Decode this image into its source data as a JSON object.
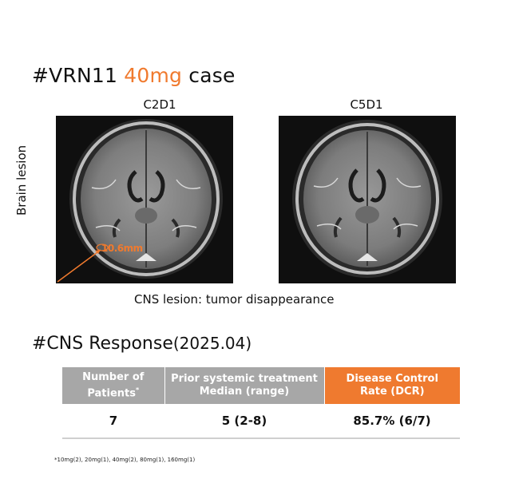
{
  "case": {
    "title_prefix": "#VRN11",
    "title_dose": "40mg",
    "title_suffix": "case",
    "accent_color": "#f07a2e"
  },
  "images": {
    "left_label": "C2D1",
    "right_label": "C5D1",
    "row_label": "Brain lesion",
    "measurement": "10.6mm"
  },
  "caption": "CNS lesion: tumor disappearance",
  "response": {
    "title": "#CNS Response",
    "date": "(2025.04)",
    "table": {
      "headers": [
        [
          "Number of",
          "Patients",
          "*"
        ],
        [
          "Prior systemic treatment",
          "Median (range)"
        ],
        [
          "Disease Control",
          "Rate (DCR)"
        ]
      ],
      "values": [
        "7",
        "5 (2-8)",
        "85.7% (6/7)"
      ],
      "header_color": "#a7a7a7",
      "highlight_color": "#ef7a2f"
    },
    "footnote": "*10mg(2), 20mg(1), 40mg(2), 80mg(1), 160mg(1)"
  }
}
